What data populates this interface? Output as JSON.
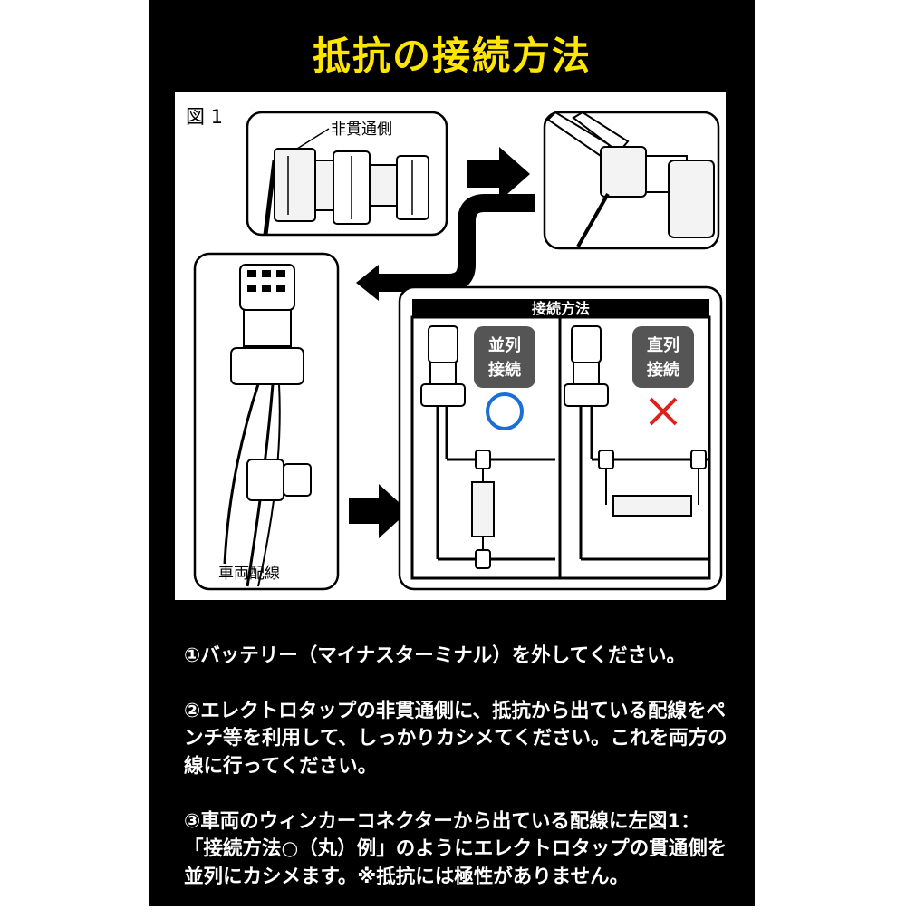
{
  "title": "抵抗の接続方法",
  "figure": {
    "label": "図 1",
    "non_penetrating_label": "非貫通側",
    "vehicle_wiring_label": "車両配線",
    "method_header": "接続方法",
    "parallel_label_line1": "並列",
    "parallel_label_line2": "接続",
    "series_label_line1": "直列",
    "series_label_line2": "接続",
    "correct_mark": "○",
    "wrong_mark": "×"
  },
  "instructions": [
    "①バッテリー（マイナスターミナル）を外してください。",
    "②エレクトロタップの非貫通側に、抵抗から出ている配線をペンチ等を利用して、しっかりカシメてください。これを両方の線に行ってください。",
    "③車両のウィンカーコネクターから出ている配線に左図1：「接続方法○（丸）例」のようにエレクトロタップの貫通側を並列にカシメます。※抵抗には極性がありません。"
  ],
  "colors": {
    "background": "#000000",
    "title": "#ffe600",
    "correct": "#1a6fd6",
    "wrong": "#e0201a",
    "label_box": "#555555"
  }
}
